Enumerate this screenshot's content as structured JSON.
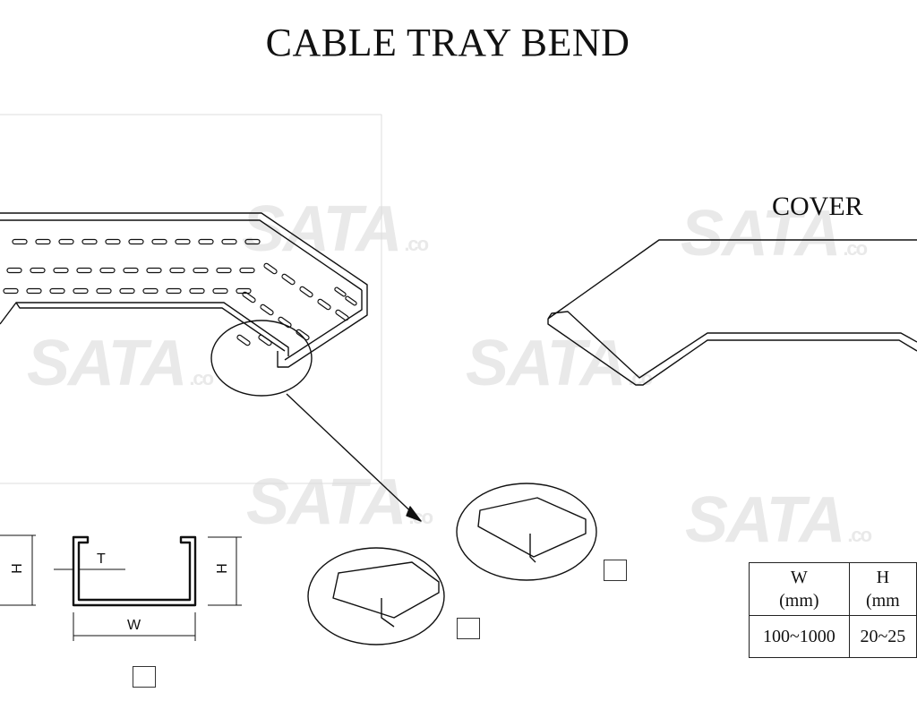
{
  "title": "CABLE TRAY BEND",
  "cover_label": "COVER",
  "watermark": {
    "text": "SATA",
    "suffix": ".co"
  },
  "profile": {
    "h_left": "H",
    "h_right": "H",
    "t_label": "T",
    "w_label": "W"
  },
  "table": {
    "headers": [
      {
        "name": "W",
        "unit": "(mm)"
      },
      {
        "name": "H",
        "unit": "(mm"
      }
    ],
    "rows": [
      [
        "100~1000",
        "20~25"
      ]
    ]
  }
}
